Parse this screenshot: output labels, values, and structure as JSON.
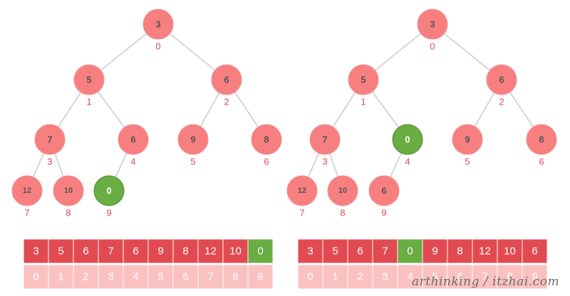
{
  "colors": {
    "node": "#f87f80",
    "node_highlight": "#69ad43",
    "array_cell": "#e24a52",
    "array_highlight": "#69ad43",
    "index_cell": "#fbc1c1",
    "edge": "#d6d6d6",
    "index_text": "#e24a52"
  },
  "trees": [
    {
      "nodes": [
        {
          "index": "0",
          "value": "3"
        },
        {
          "index": "1",
          "value": "5"
        },
        {
          "index": "2",
          "value": "6"
        },
        {
          "index": "3",
          "value": "7"
        },
        {
          "index": "4",
          "value": "6"
        },
        {
          "index": "5",
          "value": "9"
        },
        {
          "index": "6",
          "value": "8"
        },
        {
          "index": "7",
          "value": "12"
        },
        {
          "index": "8",
          "value": "10"
        },
        {
          "index": "9",
          "value": "0",
          "highlight": true
        }
      ],
      "edges": [
        [
          0,
          1
        ],
        [
          0,
          2
        ],
        [
          1,
          3
        ],
        [
          1,
          4
        ],
        [
          2,
          5
        ],
        [
          2,
          6
        ],
        [
          3,
          7
        ],
        [
          3,
          8
        ],
        [
          4,
          9
        ]
      ]
    },
    {
      "nodes": [
        {
          "index": "0",
          "value": "3"
        },
        {
          "index": "1",
          "value": "5"
        },
        {
          "index": "2",
          "value": "6"
        },
        {
          "index": "3",
          "value": "7"
        },
        {
          "index": "4",
          "value": "0",
          "highlight": true
        },
        {
          "index": "5",
          "value": "9"
        },
        {
          "index": "6",
          "value": "8"
        },
        {
          "index": "7",
          "value": "12"
        },
        {
          "index": "8",
          "value": "10"
        },
        {
          "index": "9",
          "value": "6"
        }
      ],
      "edges": [
        [
          0,
          1
        ],
        [
          0,
          2
        ],
        [
          1,
          3
        ],
        [
          1,
          4
        ],
        [
          2,
          5
        ],
        [
          2,
          6
        ],
        [
          3,
          7
        ],
        [
          3,
          8
        ],
        [
          4,
          9
        ]
      ]
    }
  ],
  "arrays": [
    {
      "values": [
        "3",
        "5",
        "6",
        "7",
        "6",
        "9",
        "8",
        "12",
        "10",
        "0"
      ],
      "indices": [
        "0",
        "1",
        "2",
        "3",
        "4",
        "5",
        "6",
        "7",
        "8",
        "9"
      ],
      "highlight": 9
    },
    {
      "values": [
        "3",
        "5",
        "6",
        "7",
        "0",
        "9",
        "8",
        "12",
        "10",
        "6"
      ],
      "indices": [
        "0",
        "1",
        "2",
        "3",
        "4",
        "5",
        "6",
        "7",
        "8",
        "9"
      ],
      "highlight": 4
    }
  ],
  "watermark": "arthinking / itzhai.com"
}
